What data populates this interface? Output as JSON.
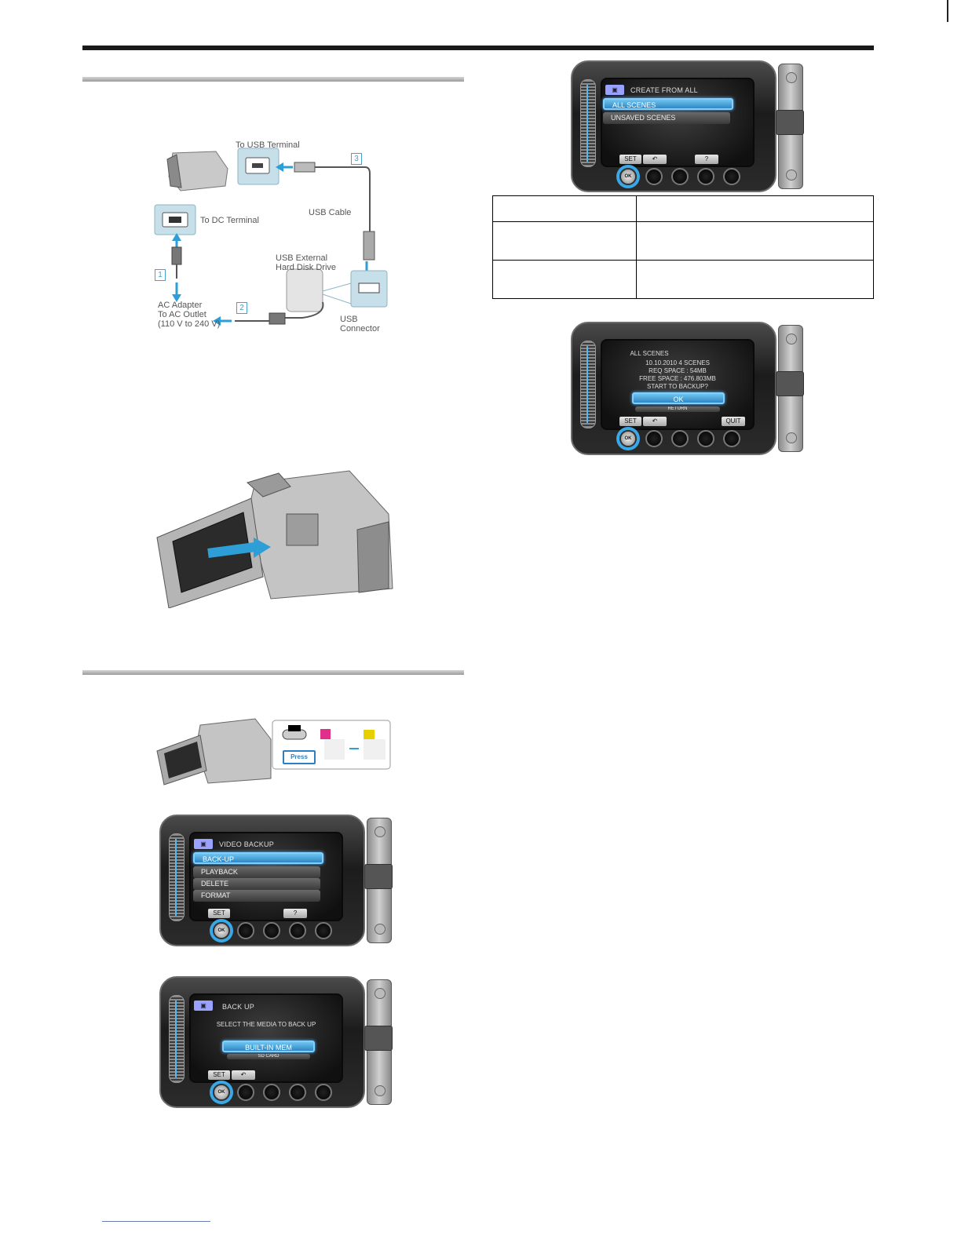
{
  "connection_diagram": {
    "to_usb_terminal": "To USB Terminal",
    "to_dc_terminal": "To DC Terminal",
    "usb_cable": "USB Cable",
    "usb_external_hdd": [
      "USB External",
      "Hard Disk Drive"
    ],
    "ac_adapter": [
      "AC Adapter",
      "To AC Outlet",
      "(110 V to 240 V)"
    ],
    "usb_connector": "USB Connector",
    "steps": [
      "1",
      "2",
      "3"
    ]
  },
  "mode_switch": {
    "press_label": "Press"
  },
  "screen_video_backup": {
    "title": "VIDEO BACKUP",
    "items": [
      "BACK-UP",
      "PLAYBACK",
      "DELETE",
      "FORMAT"
    ],
    "soft_keys": [
      "SET",
      "?"
    ],
    "ok": "OK"
  },
  "screen_back_up": {
    "title": "BACK UP",
    "message": "SELECT THE MEDIA TO BACK UP",
    "selected": "BUILT-IN MEM",
    "next": "SD CARD",
    "soft_keys": [
      "SET",
      "↶"
    ],
    "ok": "OK"
  },
  "screen_create_from_all": {
    "title": "CREATE FROM ALL",
    "items": [
      "ALL SCENES",
      "UNSAVED SCENES"
    ],
    "soft_keys": [
      "SET",
      "↶",
      "?"
    ],
    "ok": "OK"
  },
  "screen_confirm": {
    "lines": [
      "ALL SCENES",
      "10.10.2010   4 SCENES",
      "REQ SPACE :       54MB",
      "FREE SPACE :  476.803MB",
      "START TO BACKUP?"
    ],
    "ok_item": "OK",
    "next_item": "RETURN",
    "soft_keys": [
      "SET",
      "↶",
      "QUIT"
    ],
    "ok": "OK"
  },
  "option_table": {
    "rows": [
      [
        "",
        ""
      ],
      [
        "",
        ""
      ],
      [
        "",
        ""
      ]
    ]
  }
}
